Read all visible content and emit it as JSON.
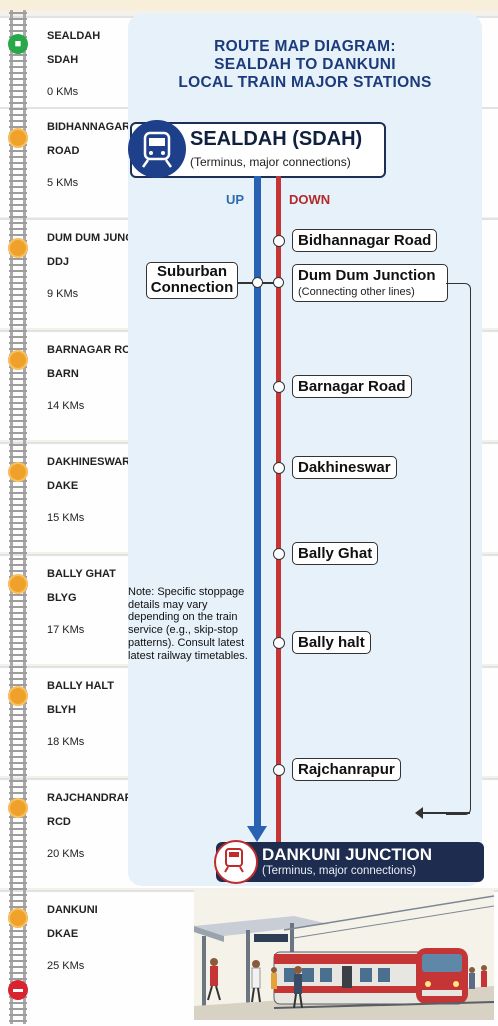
{
  "diagram_title": [
    "ROUTE MAP DIAGRAM:",
    "SEALDAH TO DANKUNI",
    "LOCAL TRAIN MAJOR STATIONS"
  ],
  "stations": [
    {
      "name": "SEALDAH",
      "code": "SDAH",
      "distance": "0 KMs"
    },
    {
      "name": "BIDHANNAGAR",
      "code": "ROAD",
      "distance": "5 KMs"
    },
    {
      "name": "DUM DUM JUNCTION",
      "code": "DDJ",
      "distance": "9 KMs"
    },
    {
      "name": "BARNAGAR ROAD",
      "code": "BARN",
      "distance": "14 KMs"
    },
    {
      "name": "DAKHINESWAR",
      "code": "DAKE",
      "distance": "15 KMs"
    },
    {
      "name": "BALLY GHAT",
      "code": "BLYG",
      "distance": "17 KMs"
    },
    {
      "name": "BALLY HALT",
      "code": "BLYH",
      "distance": "18 KMs"
    },
    {
      "name": "RAJCHANDRAPUR",
      "code": "RCD",
      "distance": "20 KMs"
    },
    {
      "name": "DANKUNI",
      "code": "DKAE",
      "distance": "25 KMs"
    }
  ],
  "start_terminus": {
    "name": "SEALDAH (SDAH)",
    "subtitle": "(Terminus, major connections)"
  },
  "direction_labels": {
    "up": "UP",
    "down": "DOWN"
  },
  "stops": {
    "bidhannagar": "Bidhannagar Road",
    "dumdum_name": "Dum Dum Junction",
    "dumdum_sub": "(Connecting other lines)",
    "suburban_1": "Suburban",
    "suburban_2": "Connection",
    "barnagar": "Barnagar Road",
    "dakhineswar": "Dakhineswar",
    "bally_ghat": "Bally Ghat",
    "bally_halt": "Bally halt",
    "rajchanrapur": "Rajchanrapur"
  },
  "note": "Note: Specific stoppage details may vary depending on the train service (e.g., skip-stop patterns). Consult latest latest railway timetables.",
  "end_terminus": {
    "name": "DANKUNI JUNCTION",
    "subtitle": "(Terminus, major connections)"
  },
  "colors": {
    "up_line": "#2a62b3",
    "down_line": "#c53535",
    "station_dot": "#f0a12a",
    "start_dot": "#29a84a",
    "end_dot": "#d9232f",
    "title": "#1c3b7a"
  }
}
